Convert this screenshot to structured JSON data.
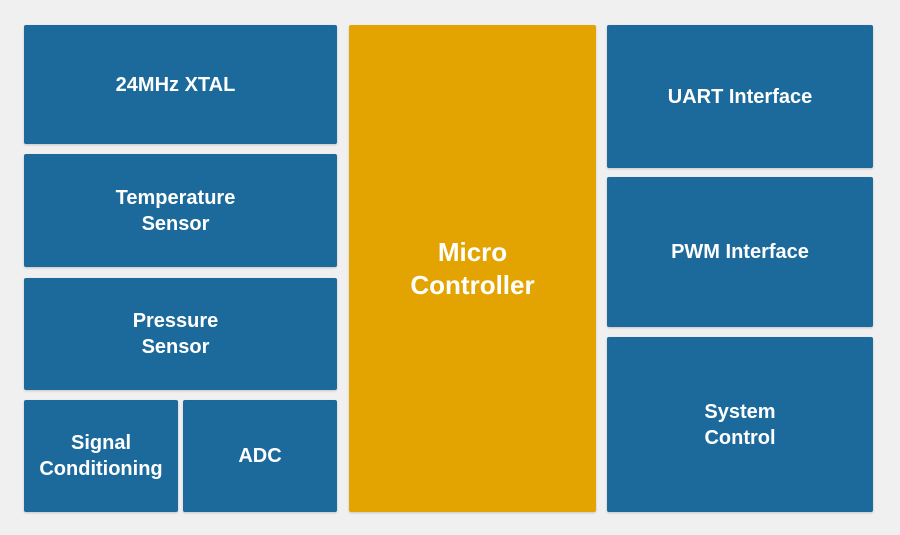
{
  "colors": {
    "background": "#f0f0f0",
    "block_blue": "#1c6a9c",
    "block_gold": "#e3a401",
    "text": "#ffffff"
  },
  "blocks": {
    "xtal": "24MHz XTAL",
    "temperature_sensor": "Temperature\nSensor",
    "pressure_sensor": "Pressure\nSensor",
    "signal_conditioning": "Signal\nConditioning",
    "adc": "ADC",
    "micro_controller": "Micro\nController",
    "uart_interface": "UART Interface",
    "pwm_interface": "PWM Interface",
    "system_control": "System\nControl"
  }
}
